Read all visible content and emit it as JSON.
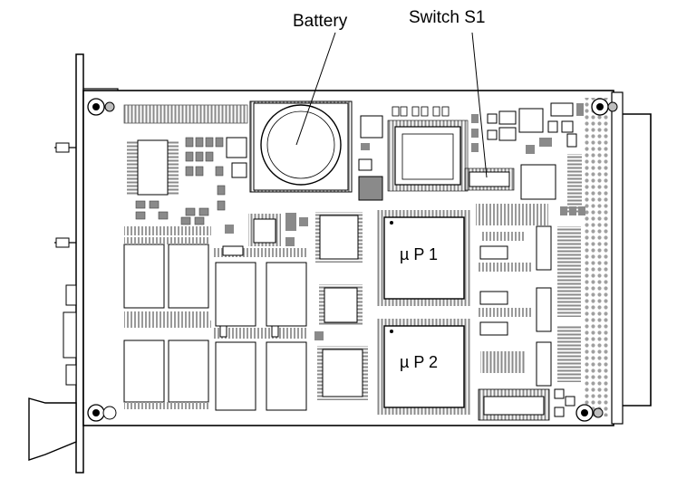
{
  "callouts": {
    "battery": "Battery",
    "switch": "Switch S1"
  },
  "chips": {
    "up1": "µ P 1",
    "up2": "µ P 2"
  },
  "colors": {
    "board_outline": "#000000",
    "component_fill": "#bdbdbd",
    "component_dark": "#8a8a8a",
    "background": "#ffffff"
  }
}
